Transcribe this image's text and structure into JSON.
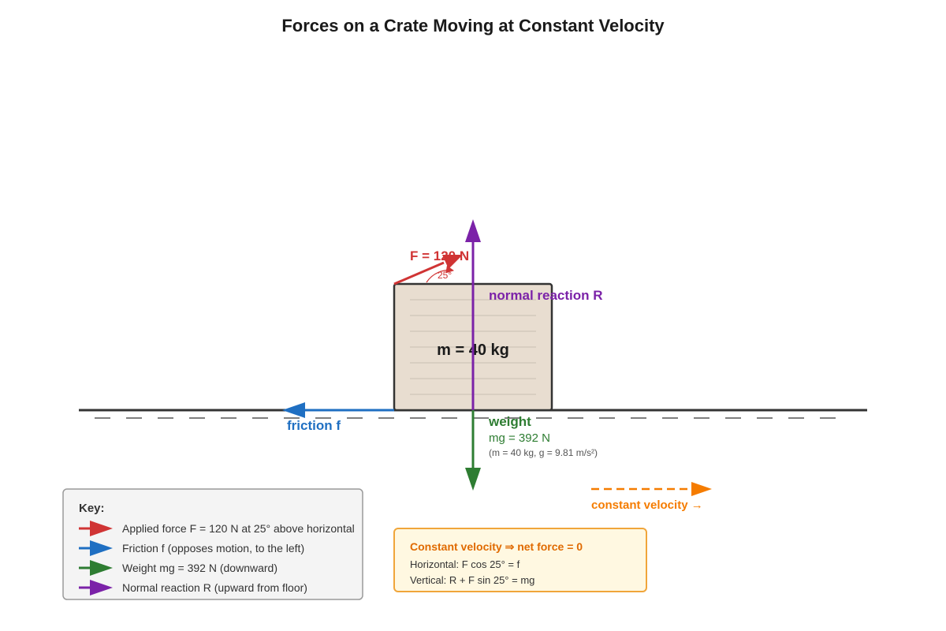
{
  "title": "Forces on a Crate Moving at Constant Velocity",
  "crate": {
    "mass_label": "m = 40 kg"
  },
  "forces": {
    "applied": {
      "label": "F = 120 N",
      "angle_label": "25°",
      "color": "#d03434"
    },
    "normal": {
      "label": "normal reaction R",
      "color": "#7b22a8"
    },
    "friction": {
      "label": "friction f",
      "color": "#1f6fc2"
    },
    "weight": {
      "label": "weight",
      "value_label": "mg = 392 N",
      "detail_label": "(m = 40 kg, g = 9.81 m/s²)",
      "color": "#2e7d32"
    }
  },
  "velocity": {
    "label": "constant velocity →",
    "color": "#f57c00"
  },
  "key": {
    "title": "Key:",
    "items": [
      {
        "text": "Applied force F = 120 N at 25° above horizontal",
        "color": "#d03434"
      },
      {
        "text": "Friction f (opposes motion, to the left)",
        "color": "#1f6fc2"
      },
      {
        "text": "Weight mg = 392 N (downward)",
        "color": "#2e7d32"
      },
      {
        "text": "Normal reaction R (upward from floor)",
        "color": "#7b22a8"
      }
    ]
  },
  "equilibrium": {
    "title": "Constant velocity ⇒ net force = 0",
    "horizontal": "Horizontal: F cos 25° = f",
    "vertical": "Vertical: R + F sin 25° = mg"
  }
}
